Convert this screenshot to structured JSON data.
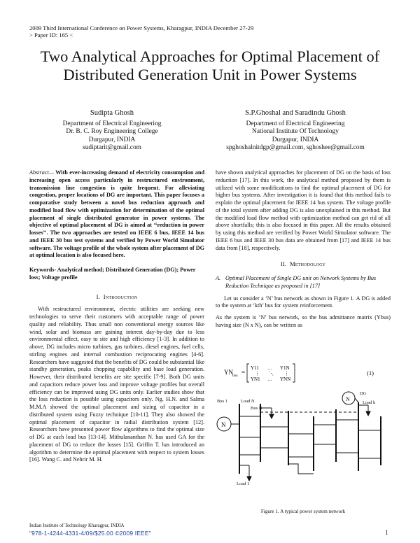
{
  "header": {
    "conference": "2009 Third International Conference on Power Systems, Kharagpur, INDIA December 27-29",
    "paper_id": "> Paper ID: 165 <"
  },
  "title": {
    "line1": "Two Analytical Approaches for Optimal Placement of",
    "line2": "Distributed Generation Unit in Power Systems"
  },
  "authors": [
    {
      "name": "Sudipta Ghosh",
      "lines": [
        "Department of Electrical Engineering",
        "Dr. B. C. Roy Engineering College",
        "Durgapur, INDIA",
        "sudiptarit@gmail.com"
      ]
    },
    {
      "name": "S.P.Ghoshal and Saradindu Ghosh",
      "lines": [
        "Department of Electrical Engineering",
        "National Institute Of Technology",
        "Durgapur, INDIA",
        "spghoshalnitdgp@gmail.com, sghoshee@gmail.com"
      ]
    }
  ],
  "abstract": {
    "label": "Abstract—",
    "text": " With ever-increasing demand of electricity consumption and increasing open access particularly in restructured environment, transmission line congestion is quite frequent. For alleviating congestion, proper locations of DG are important. This paper focuses a comparative study between a novel bus reduction approach and modified load flow with optimization for determination of the optimal placement of single distributed generator in power systems. The objective of optimal placement of DG is aimed at ‘‘reduction in power losses’’. The two approaches are tested on IEEE 6 bus, IEEE 14 bus and IEEE 30 bus test systems and verified by Power World Simulator software. The voltage profile of the whole system after placement of DG at optimal location is also focused here."
  },
  "keywords": "Keywords- Analytical method; Distributed Generation (DG); Power loss; Voltage profile",
  "section1": {
    "number": "I.",
    "title": "Introduction",
    "text": "With restructured environment, electric utilities are seeking new technologies to serve their customers with acceptable range of power quality and reliability. Thus small non conventional energy sources like wind, solar and biomass are gaining interest day-by-day due to less environmental effect, easy to site and high efficiency [1-3]. In addition to above, DG includes micro turbines, gas turbines, diesel engines, fuel cells, stirling engines and internal combustion reciprocating engines [4-6]. Researchers have suggested that the benefits of DG could be substantial like standby generation, peaks chopping capability and base load generation. However, their distributed benefits are site specific [7-9]. Both DG units and capacitors reduce power loss and improve voltage profiles but overall efficiency can be improved using DG units only. Earlier studies show that the loss reduction is possible using capacitors only. Ng. H.N. and Salma M.M.A showed the optimal placement and sizing of capacitor in a distributed system using Fuzzy technique [10-11]. They also showed the optimal placement of capacitor in radial distribution system [12]. Researchers have presented power flow algorithms to find the optimal size of DG at each load bus [13-14]. Mithulananthan N. has used GA for the placement of DG to reduce the losses [15]. Griffin T. has introduced an algorithm to determine the optimal placement with respect to system losses [16]. Wang C. and Nehrir M. H."
  },
  "right_top": "have shown analytical approaches for placement of DG on the basis of loss reduction [17]. In this work, the analytical method proposed by them is utilized with some modifications to find the optimal placement of DG for higher bus systems. After investigation it is found that this method fails to explain the optimal placement for IEEE 14 bus system. The voltage profile of the total system after adding DG is also unexplained in this method. But the modified load flow method with optimization method can get rid of all above shortfalls; this is also focused in this paper. All the results obtained by using this method are verified by Power World Simulator software. The IEEE 6 bus and IEEE 30 bus data are obtained from [17] and IEEE 14 bus data from [18], respectively.",
  "section2": {
    "number": "II.",
    "title": "Methodology"
  },
  "subsectionA": {
    "label": "A.",
    "title": "Optimal Placement of Single DG unit on Network Systems by Bus Reduction Technique as proposed in [17]",
    "para1": "Let us consider a ‘N’ bus network as shown in Figure 1. A DG is added to the system at ‘kth’ bus for system reinforcement.",
    "para2": "As the system is ‘N’ bus network, so the bus admittance matrix (Ybus) having size (N x N), can be written as"
  },
  "equation": {
    "lhs": "YN",
    "lhs_sub": "bus",
    "entries": [
      "Y11",
      "…",
      "Y1N",
      "⋮",
      "⋱",
      "⋮",
      "YN1",
      "…",
      "YNN"
    ],
    "number": "(1)"
  },
  "figure": {
    "labels": {
      "bus1": "Bus 1",
      "loadN": "Load N",
      "busN": "Bus N",
      "dg": "DG",
      "loadK": "Load k",
      "load1": "Load 1",
      "gen": "N"
    },
    "caption": "Figure 1.   A typical power system network"
  },
  "footer": {
    "affiliation": "Indian Institute of Technology Kharagpur, INDIA",
    "copyright": "\"978-1-4244-4331-4/09/$25.00 ©2009 IEEE\"",
    "page_number": "1"
  }
}
